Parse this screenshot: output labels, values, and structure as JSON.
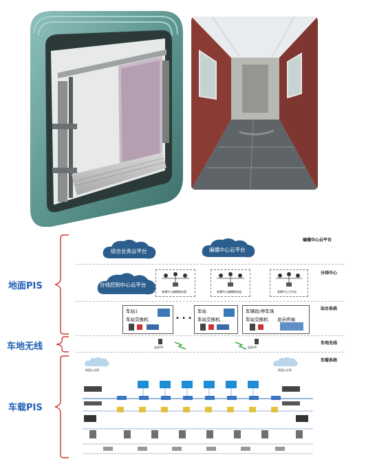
{
  "labels": {
    "ground": "地面PIS",
    "wireless": "车地无线",
    "onboard": "车载PIS"
  },
  "tiers": {
    "platform": "编播中心云平台",
    "branch": "分线中心",
    "station": "站台系统",
    "wireless": "车地无线",
    "vehicle": "车载系统"
  },
  "clouds": {
    "service": "综合业务云平台",
    "broadcast": "编播中心云平台",
    "branch": "分线控制中心云平台"
  },
  "stations": {
    "s1_name": "车站1",
    "s1_switch": "车站交换机",
    "s2_name": "车站",
    "s2_switch": "车站交换机",
    "s3_name": "车辆段/停车场",
    "s3_switch": "车站交换机",
    "s3_display": "显示终端"
  },
  "workstations": [
    "乘播中心编播服务器",
    "乘播中心编播服务器",
    "乘播中心工作站"
  ],
  "wireless_ap": [
    "轨旁AP",
    "轨旁AP"
  ],
  "vehicle_tags": [
    "地面以太网",
    "地面以太网"
  ],
  "colors": {
    "bracket": "#d0342c",
    "label_blue": "#1f5fb4",
    "cloud": "#2b5e8c",
    "frame_teal": "#5f9893"
  }
}
